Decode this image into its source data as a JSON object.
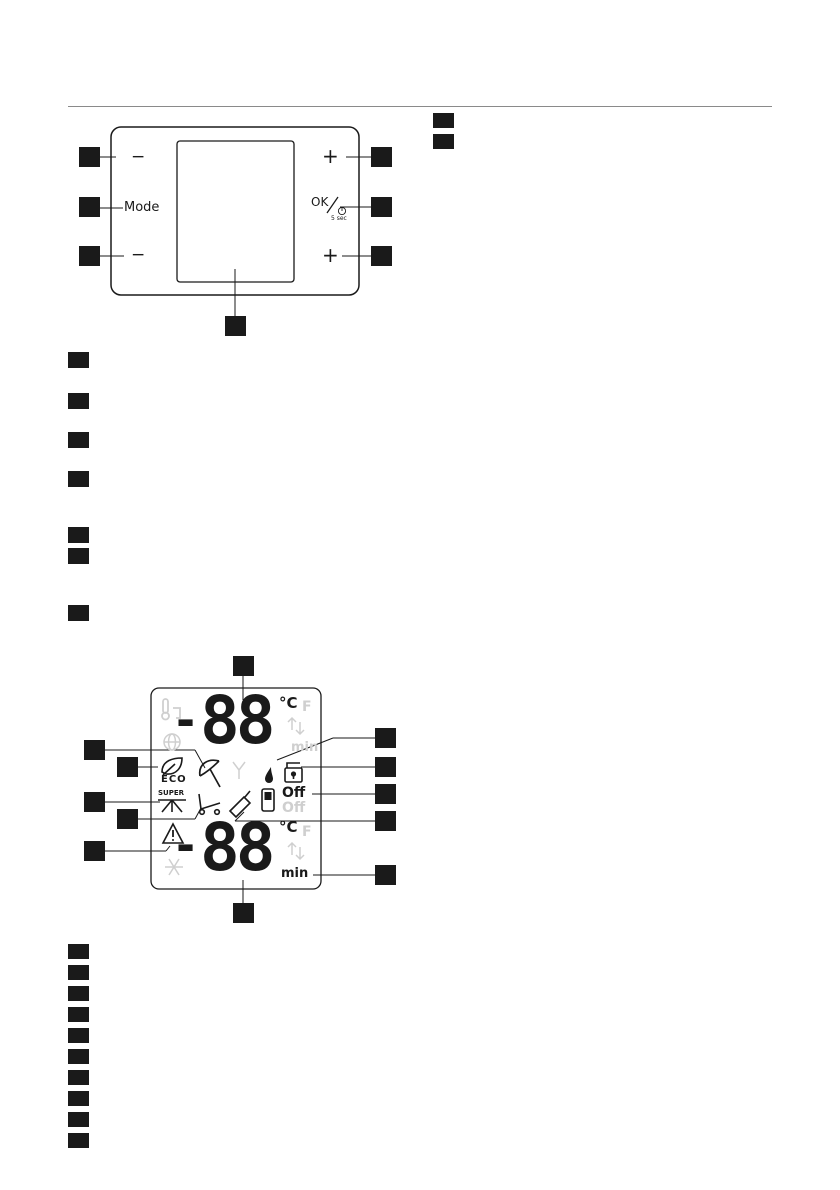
{
  "control_panel": {
    "mode_label": "Mode",
    "ok_label": "OK",
    "ok_sub_label": "5 sec",
    "minus_symbol": "−",
    "plus_symbol": "+"
  },
  "display": {
    "digits_top": "88",
    "digits_bottom": "88",
    "minus_sign": "-",
    "unit_c_top": "°C",
    "unit_f_top": "F",
    "unit_c_bottom": "°C",
    "unit_f_bottom": "F",
    "min_top": "min",
    "min_bottom": "min",
    "off_active": "Off",
    "off_faded": "Off",
    "eco_label": "ECO",
    "super_label": "SUPER"
  }
}
